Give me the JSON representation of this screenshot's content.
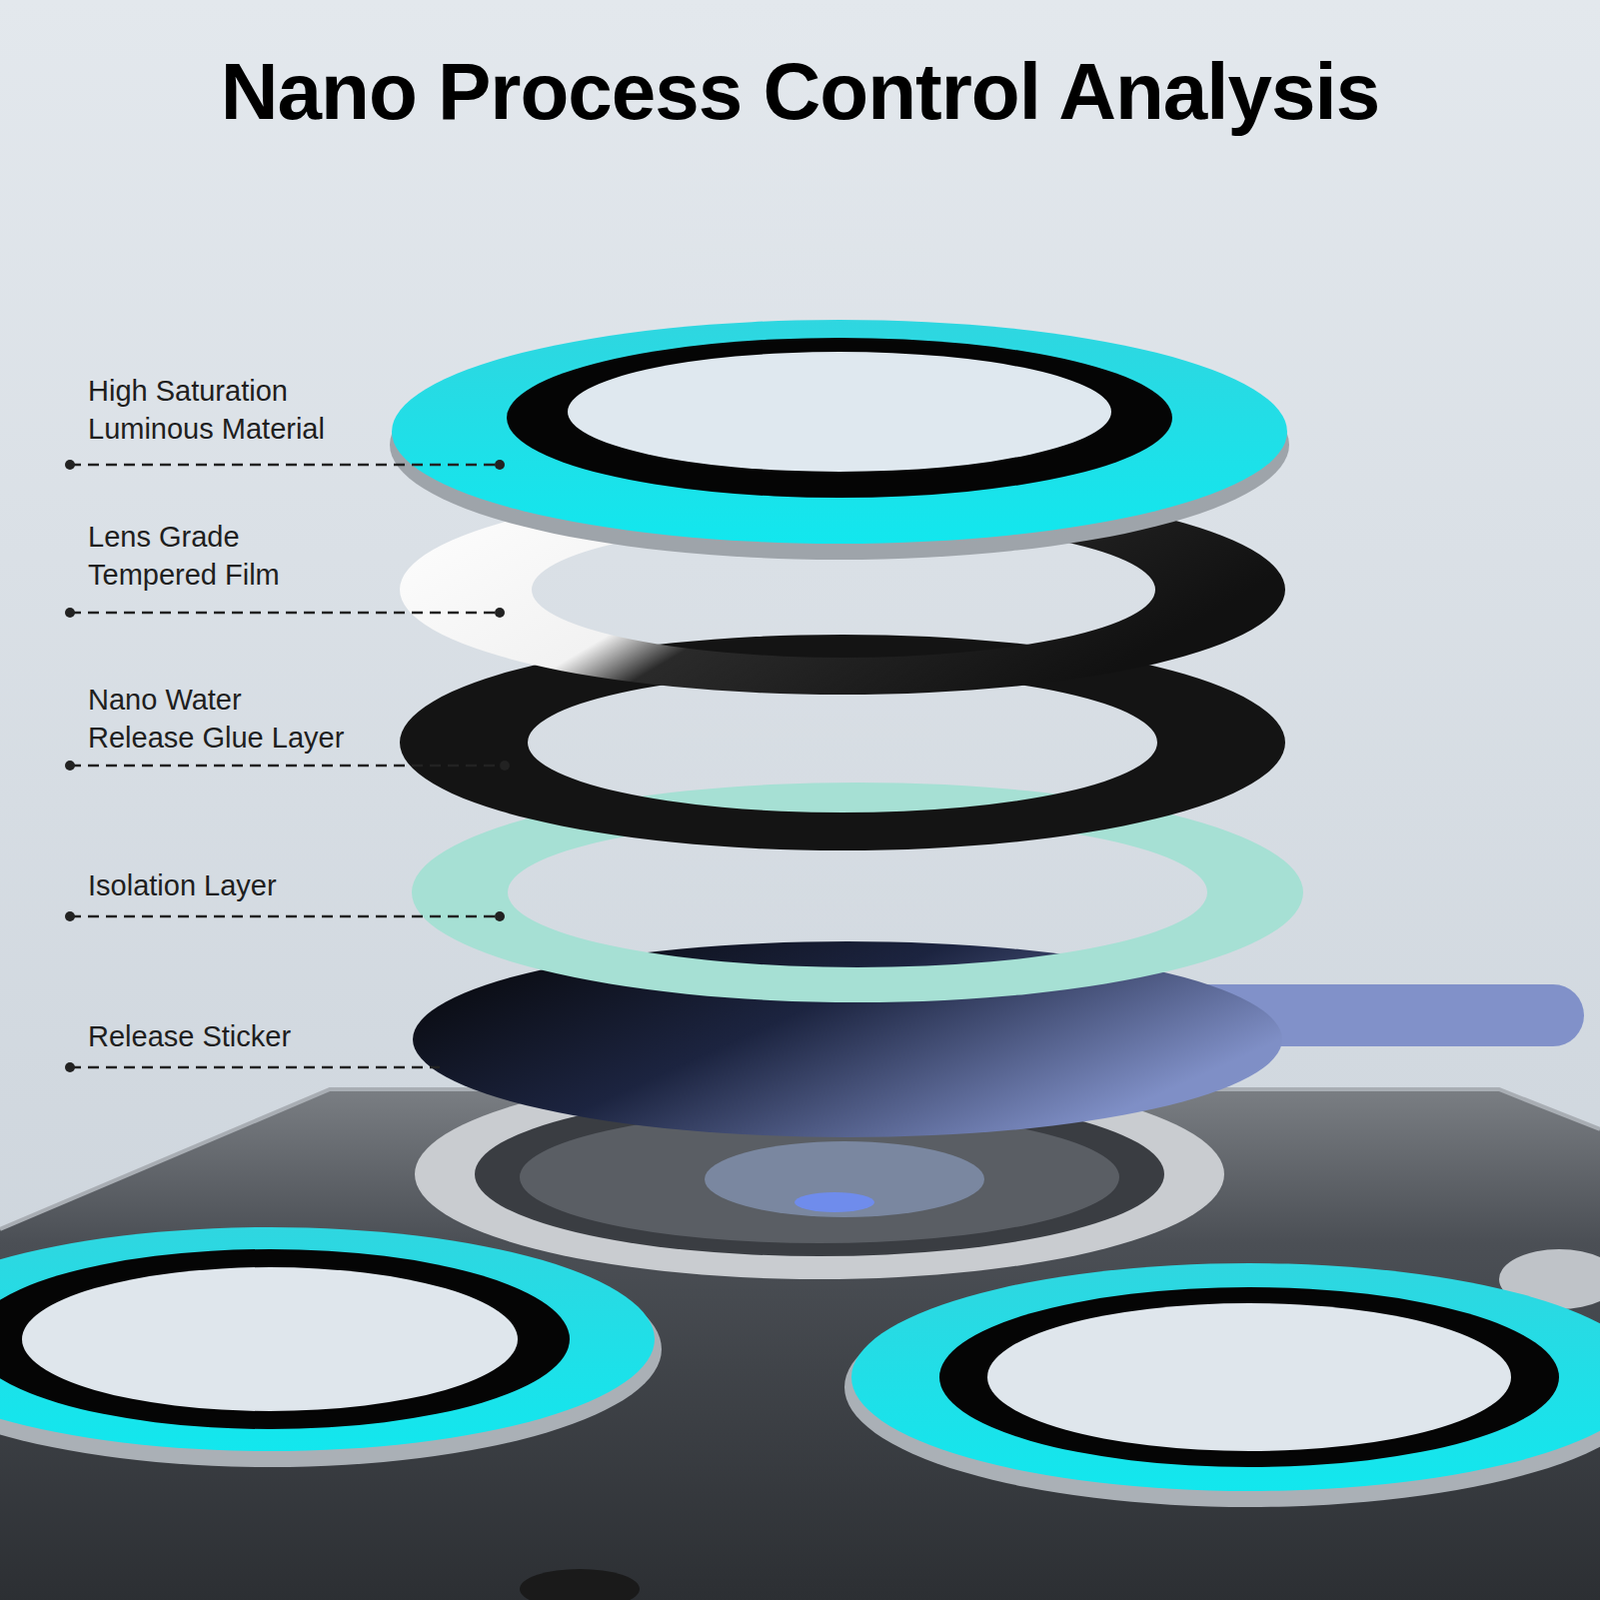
{
  "diagram": {
    "title": "Nano Process Control Analysis",
    "labels": [
      "High Saturation Luminous Material",
      "Lens Grade Tempered Film",
      "Nano Water Release Glue Layer",
      "Isolation Layer",
      "Release Sticker"
    ]
  }
}
